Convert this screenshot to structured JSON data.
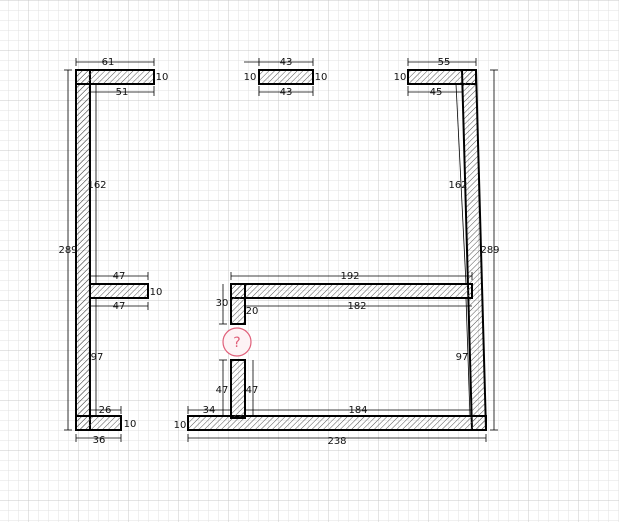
{
  "colors": {
    "grid_minor": "#e2e2e2",
    "grid_major": "#c8c8c8",
    "wall": "#000000",
    "hatch": "#555555",
    "dim_line": "#000000",
    "marker": "#e0607a"
  },
  "labels": {
    "top_left_width": "61",
    "top_left_inner": "51",
    "top_left_end": "10",
    "top_mid_width": "43",
    "top_mid_inner": "43",
    "top_mid_left_end": "10",
    "top_mid_right_end": "10",
    "top_right_width": "55",
    "top_right_inner": "45",
    "top_right_end": "10",
    "left_height": "289",
    "left_upper_inner": "162",
    "left_shelf_top": "47",
    "left_shelf_bottom": "47",
    "left_shelf_end": "10",
    "left_lower_inner": "97",
    "bottom_left_inner": "26",
    "bottom_left_width": "36",
    "bottom_left_end": "10",
    "right_height": "289",
    "right_upper_inner": "162",
    "right_lower_inner": "97",
    "room_top": "192",
    "room_top_inner": "182",
    "room_stub_outer": "30",
    "room_stub_inner": "20",
    "room_wall_left": "47",
    "room_wall_right": "47",
    "bottom_stub": "34",
    "bottom_stub_end": "10",
    "room_bottom_inner": "184",
    "bottom_total": "238",
    "question_mark": "?"
  }
}
